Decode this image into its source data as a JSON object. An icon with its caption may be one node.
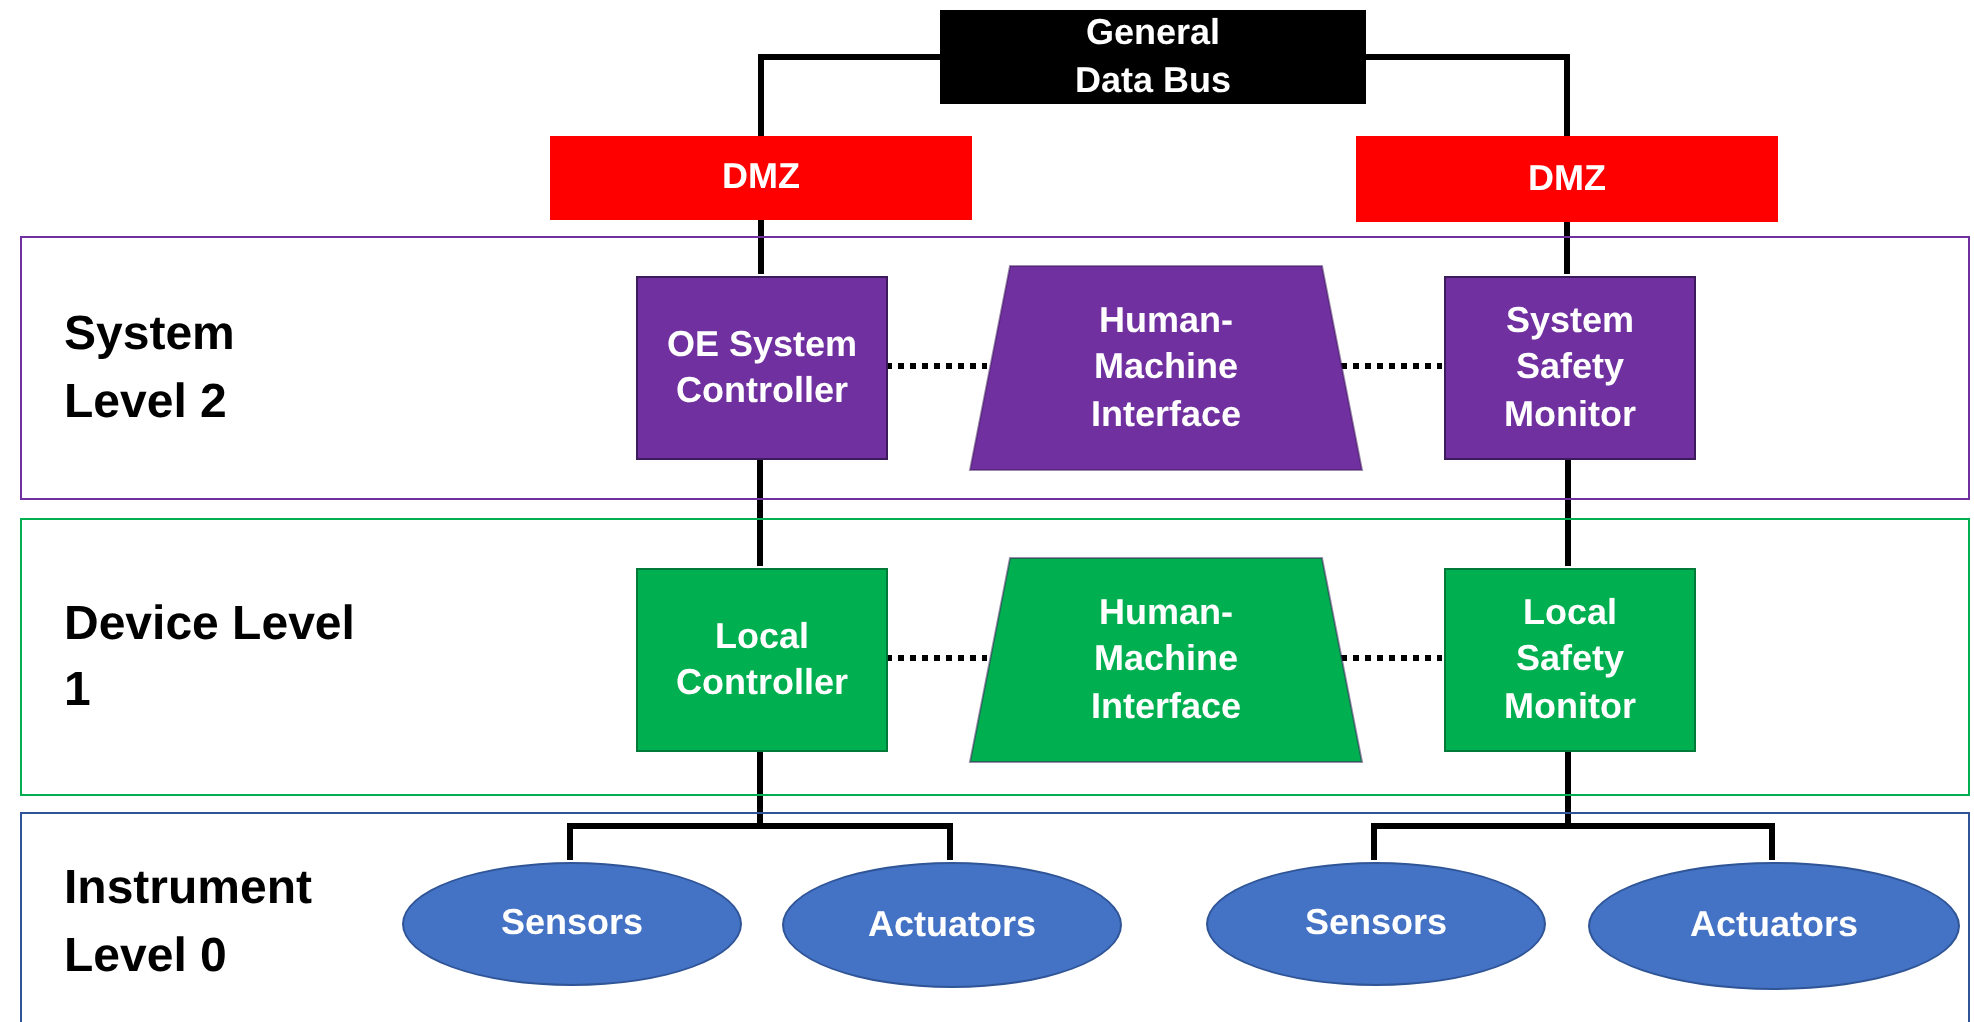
{
  "diagram": {
    "nodes": [
      {
        "text": [
          "General Data Bus"
        ]
      },
      {
        "text": [
          "DMZ"
        ]
      },
      {
        "text": [
          "DMZ"
        ]
      },
      {
        "text": [
          "System Level 2"
        ]
      },
      {
        "text": [
          "OE System Controller"
        ],
        "in": 3
      },
      {
        "text": [
          "Human-Machine Interface"
        ],
        "in": 3
      },
      {
        "text": [
          "System Safety Monitor"
        ],
        "in": 3
      },
      {
        "text": [
          "Device Level 1"
        ]
      },
      {
        "text": [
          "Local Controller"
        ],
        "in": 7
      },
      {
        "text": [
          "Human-Machine Interface"
        ],
        "in": 7
      },
      {
        "text": [
          "Local Safety Monitor"
        ],
        "in": 7
      },
      {
        "text": [
          "Instrument Level 0"
        ]
      },
      {
        "text": [
          "Sensors"
        ],
        "in": 11
      },
      {
        "text": [
          "Actuators"
        ],
        "in": 11
      },
      {
        "text": [
          "Sensors"
        ],
        "in": 11
      },
      {
        "text": [
          "Actuators"
        ],
        "in": 11
      }
    ],
    "edges": [
      {
        "from": 0,
        "to": 1,
        "arrow": "none"
      },
      {
        "from": 0,
        "to": 2,
        "arrow": "none"
      },
      {
        "from": 1,
        "to": 4,
        "arrow": "none"
      },
      {
        "from": 2,
        "to": 6,
        "arrow": "none"
      },
      {
        "from": 4,
        "to": 5,
        "arrow": "none",
        "style": "dashed"
      },
      {
        "from": 5,
        "to": 6,
        "arrow": "none",
        "style": "dashed"
      },
      {
        "from": 4,
        "to": 8,
        "arrow": "none"
      },
      {
        "from": 6,
        "to": 10,
        "arrow": "none"
      },
      {
        "from": 8,
        "to": 9,
        "arrow": "none",
        "style": "dashed"
      },
      {
        "from": 9,
        "to": 10,
        "arrow": "none",
        "style": "dashed"
      },
      {
        "from": 8,
        "to": 12,
        "arrow": "none"
      },
      {
        "from": 8,
        "to": 13,
        "arrow": "none"
      },
      {
        "from": 10,
        "to": 14,
        "arrow": "none"
      },
      {
        "from": 10,
        "to": 15,
        "arrow": "none"
      }
    ]
  }
}
